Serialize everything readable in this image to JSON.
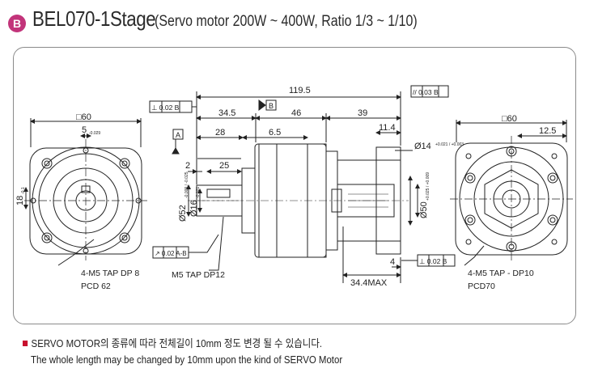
{
  "header": {
    "badge": "B",
    "model": "BEL070-1Stage",
    "spec": "(Servo motor 200W ~ 400W, Ratio 1/3  ~  1/10)"
  },
  "drawing": {
    "front_left": {
      "square": "□60",
      "keyway": "5",
      "keyway_tol": "-0.029",
      "height": "18",
      "height_tol": "-0.1",
      "callout": "4-M5 TAP DP 8",
      "pcd": "PCD 62"
    },
    "side": {
      "overall": "119.5",
      "d_345": "34.5",
      "d_46": "46",
      "d_39": "39",
      "d_28": "28",
      "d_65": "6.5",
      "d_114": "11.4",
      "d_2": "2",
      "d_25": "25",
      "d_4": "4",
      "max_len": "34.4MAX",
      "dia_52": "Ø52",
      "dia_52_tol": "-0.009 / -0.025",
      "dia_16": "Ø16",
      "dia_16_tol": "-0.021",
      "dia_14": "Ø14",
      "dia_14_tol": "+0.021 / +0.003",
      "dia_50": "Ø50",
      "dia_50_tol": "+0.025 / +0.009",
      "datum_a": "A",
      "datum_b": "B",
      "gdt_perp_top": "⊥ 0.02 B",
      "gdt_parallel": "// 0.03 B",
      "gdt_runout": "↗ 0.02 A-B",
      "gdt_perp_bottom": "⊥ 0.02 B",
      "tap_label": "M5 TAP DP12"
    },
    "front_right": {
      "square": "□60",
      "offset": "12.5",
      "callout": "4-M5 TAP - DP10",
      "pcd": "PCD70"
    }
  },
  "notes": {
    "korean": "SERVO MOTOR의 종류에 따라 전체길이 10mm 정도 변경 될 수 있습니다.",
    "english": "The whole length may be changed by 10mm upon the kind of SERVO Motor"
  },
  "colors": {
    "badge": "#c2347a",
    "bullet": "#c8102e",
    "line": "#222222"
  }
}
